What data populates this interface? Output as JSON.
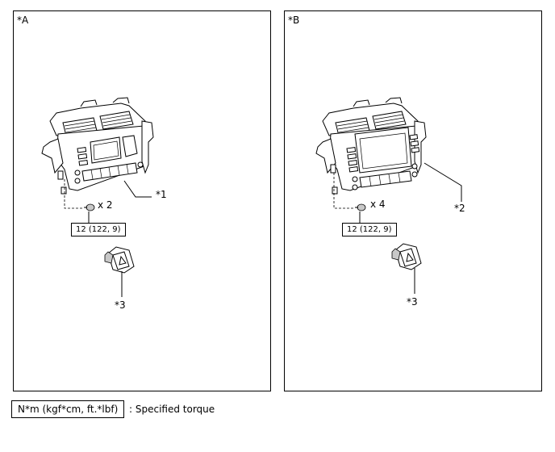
{
  "panels": [
    {
      "label": "*A",
      "unit_callout": "*1",
      "fastener_count": "x 2",
      "torque": "12 (122, 9)",
      "switch_callout": "*3"
    },
    {
      "label": "*B",
      "unit_callout": "*2",
      "fastener_count": "x 4",
      "torque": "12 (122, 9)",
      "switch_callout": "*3"
    }
  ],
  "legend": {
    "units": "N*m (kgf*cm, ft.*lbf)",
    "description": ": Specified torque"
  }
}
